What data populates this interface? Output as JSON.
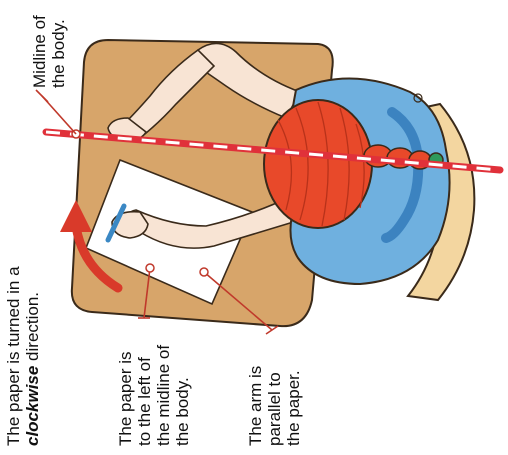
{
  "colors": {
    "desk": "#d7a56a",
    "desk_outline": "#3a2a1a",
    "skin": "#f8e4d4",
    "hair": "#e8492a",
    "shirt": "#6fb0df",
    "shirt_dark": "#3c83c0",
    "chair": "#f3d6a0",
    "paper": "#ffffff",
    "midline": "#e0313a",
    "arrow": "#d93a2a",
    "pointer": "#c0392b",
    "pen": "#3b88c4"
  },
  "labels": {
    "rotation": {
      "line1": "The paper is turned in a",
      "emphasis": "clockwise",
      "line2_rest": " direction."
    },
    "paper_left": {
      "lines": [
        "The paper is",
        "to the left of",
        "the midline of",
        "the body."
      ]
    },
    "arm_parallel": {
      "lines": [
        "The arm is",
        "parallel to",
        "the paper."
      ]
    },
    "midline": {
      "lines": [
        "Midline of",
        "the body."
      ]
    }
  },
  "icons": [
    "clockwise-arrow-icon",
    "pen-icon"
  ]
}
